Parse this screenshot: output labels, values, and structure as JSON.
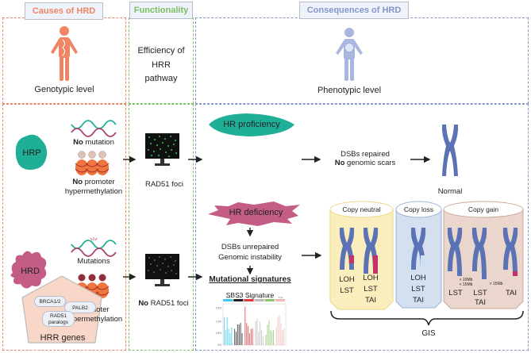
{
  "headers": {
    "causes": "Causes of HRD",
    "functionality": "Functionality",
    "consequences": "Consequences of HRD"
  },
  "colors": {
    "causes": "#f08565",
    "functionality": "#7dc062",
    "consequences": "#8797c9",
    "hrp": "#1fae96",
    "hrd": "#c35d86",
    "chromosome": "#5b72b5",
    "copy_neutral": "#fbeebd",
    "copy_loss": "#d4dff0",
    "copy_gain": "#ead6cc"
  },
  "top_row": {
    "genotypic_level": "Genotypic level",
    "efficiency": [
      "Efficiency of",
      "HRR",
      "pathway"
    ],
    "phenotypic_level": "Phenotypic level"
  },
  "hrp_row": {
    "label": "HRP",
    "mutation_bold": "No",
    "mutation_text": " mutation",
    "promoter_bold": "No",
    "promoter_text": " promoter",
    "promoter_line2": "hypermethylation",
    "foci_label": "RAD51 foci",
    "state": "HR proficiency",
    "outcome_line1": "DSBs repaired",
    "outcome_bold": "No",
    "outcome_line2": " genomic scars",
    "result": "Normal"
  },
  "hrd_row": {
    "label": "HRD",
    "mutation_text": "Mutations",
    "promoter_line1": "Promoter",
    "promoter_line2": "hypermethylation",
    "foci_bold": "No",
    "foci_label": " RAD51 foci",
    "state": "HR deficiency",
    "outcome_line1": "DSBs unrepaired",
    "outcome_line2": "Genomic instability",
    "signatures_title": "Mutational signatures",
    "sbs3_title": "SBS3 Signature"
  },
  "hrr_genes": {
    "title": "HRR genes",
    "genes": [
      "BRCA1/2",
      "PALB2",
      "RAD51 paralogs"
    ]
  },
  "gis": {
    "label": "GIS",
    "groups": [
      {
        "title": "Copy neutral",
        "chromosomes": [
          [
            "LOH",
            "LST"
          ],
          [
            "LOH",
            "LST",
            "TAI"
          ]
        ]
      },
      {
        "title": "Copy loss",
        "chromosomes": [
          [
            "LOH",
            "LST",
            "TAI"
          ]
        ]
      },
      {
        "title": "Copy gain",
        "chromosomes": [
          [
            "LST"
          ],
          [
            "LST",
            "TAI"
          ],
          [
            "TAI"
          ]
        ]
      }
    ],
    "size_notes": [
      "> 10Mb",
      "< 15Mb",
      "> 15Mb"
    ]
  },
  "chart_data": {
    "type": "bar",
    "title": "SBS3 Signature",
    "categories": [
      "C>A",
      "C>G",
      "C>T",
      "T>A",
      "T>C",
      "T>G"
    ],
    "category_colors": [
      "#3ec9e8",
      "#222222",
      "#e03a3a",
      "#bbbbbb",
      "#8cc56a",
      "#f2b7b7"
    ],
    "ytick_labels": [
      "0%",
      "0.8%",
      "1.6%",
      "2.5%"
    ],
    "ylim": [
      0,
      2.8
    ],
    "values": [
      [
        1.9,
        1.1,
        2.6,
        1.6,
        0.7,
        1.2
      ],
      [
        1.0,
        0.9,
        1.5,
        1.8,
        1.4,
        1.9
      ],
      [
        1.9,
        1.4,
        1.3,
        0.9,
        1.7,
        2.0
      ],
      [
        1.1,
        1.4,
        0.8,
        1.6,
        1.0,
        1.5
      ],
      [
        0.8,
        1.5,
        1.1,
        1.0,
        0.9,
        1.0
      ],
      [
        1.2,
        0.8,
        1.1,
        0.6,
        1.0,
        1.1
      ]
    ]
  }
}
